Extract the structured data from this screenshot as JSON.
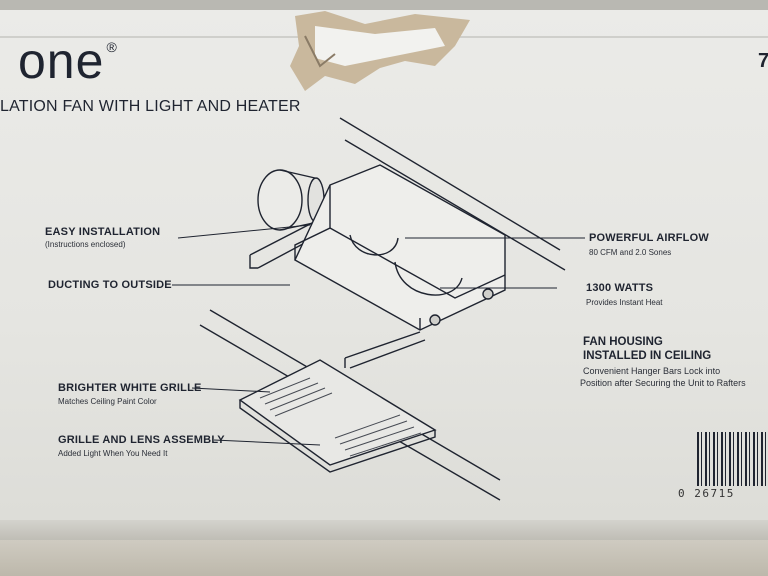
{
  "brand": {
    "name": "one",
    "mark": "®"
  },
  "subtitle": "LATION FAN WITH LIGHT AND HEATER",
  "corner_number": "7",
  "callouts": {
    "easy_installation": {
      "title": "EASY INSTALLATION",
      "sub": "(Instructions enclosed)"
    },
    "ducting": {
      "title": "DUCTING TO OUTSIDE"
    },
    "brighter_grille": {
      "title": "BRIGHTER WHITE GRILLE",
      "sub": "Matches Ceiling Paint Color"
    },
    "grille_lens": {
      "title": "GRILLE AND LENS ASSEMBLY",
      "sub": "Added Light When You Need It"
    },
    "powerful_airflow": {
      "title": "POWERFUL AIRFLOW",
      "sub": "80 CFM and 2.0 Sones"
    },
    "watts": {
      "title": "1300 WATTS",
      "sub": "Provides Instant Heat"
    },
    "fan_housing": {
      "title_line1": "FAN HOUSING",
      "title_line2": "INSTALLED IN CEILING",
      "sub_line1": "Convenient Hanger Bars Lock into",
      "sub_line2": "Position after Securing the Unit to Rafters"
    }
  },
  "barcode": {
    "digits": "0 26715"
  },
  "colors": {
    "ink": "#1f2430",
    "cardboard": "#e8e8e5",
    "floor": "#c9c4b8"
  }
}
